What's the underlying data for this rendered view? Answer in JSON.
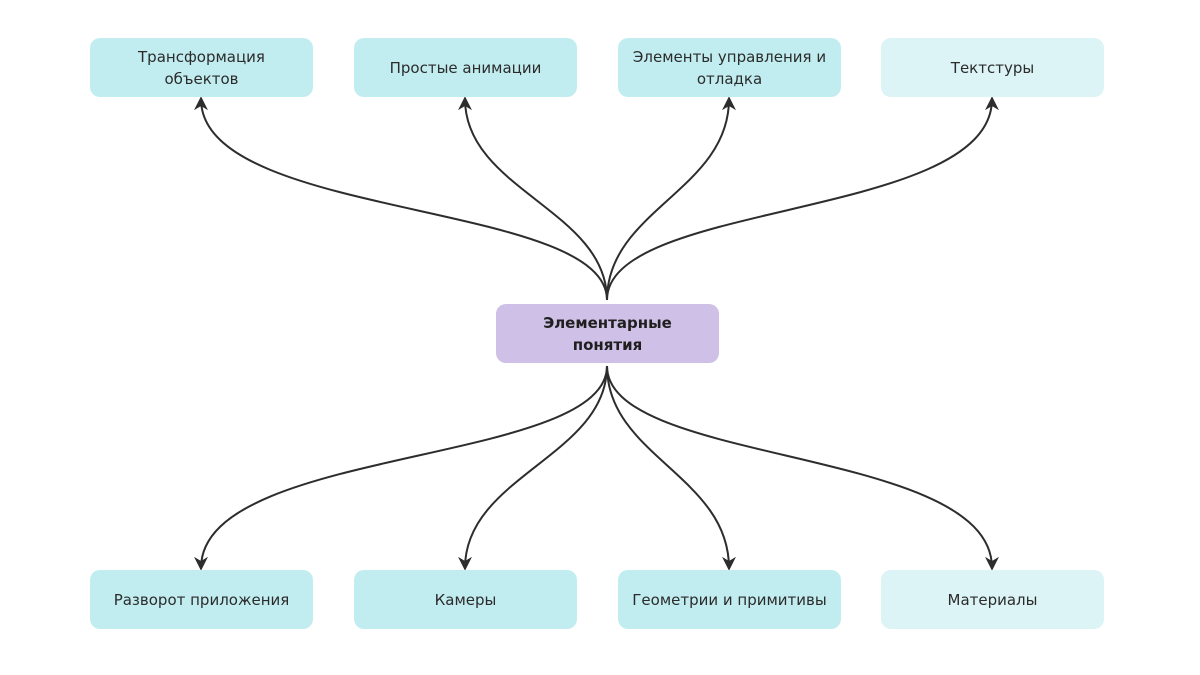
{
  "diagram": {
    "center": {
      "label": "Элементарные понятия"
    },
    "top_nodes": [
      {
        "label": "Трансформация объектов"
      },
      {
        "label": "Простые анимации"
      },
      {
        "label": "Элементы управления и отладка"
      },
      {
        "label": "Тектстуры"
      }
    ],
    "bottom_nodes": [
      {
        "label": "Разворот приложения"
      },
      {
        "label": "Камеры"
      },
      {
        "label": "Геометрии и примитивы"
      },
      {
        "label": "Материалы"
      }
    ],
    "colors": {
      "node_fill": "#c2edf0",
      "node_fill_light": "#dcf4f6",
      "center_fill": "#cec0e6",
      "edge": "#2d2d2d"
    }
  }
}
